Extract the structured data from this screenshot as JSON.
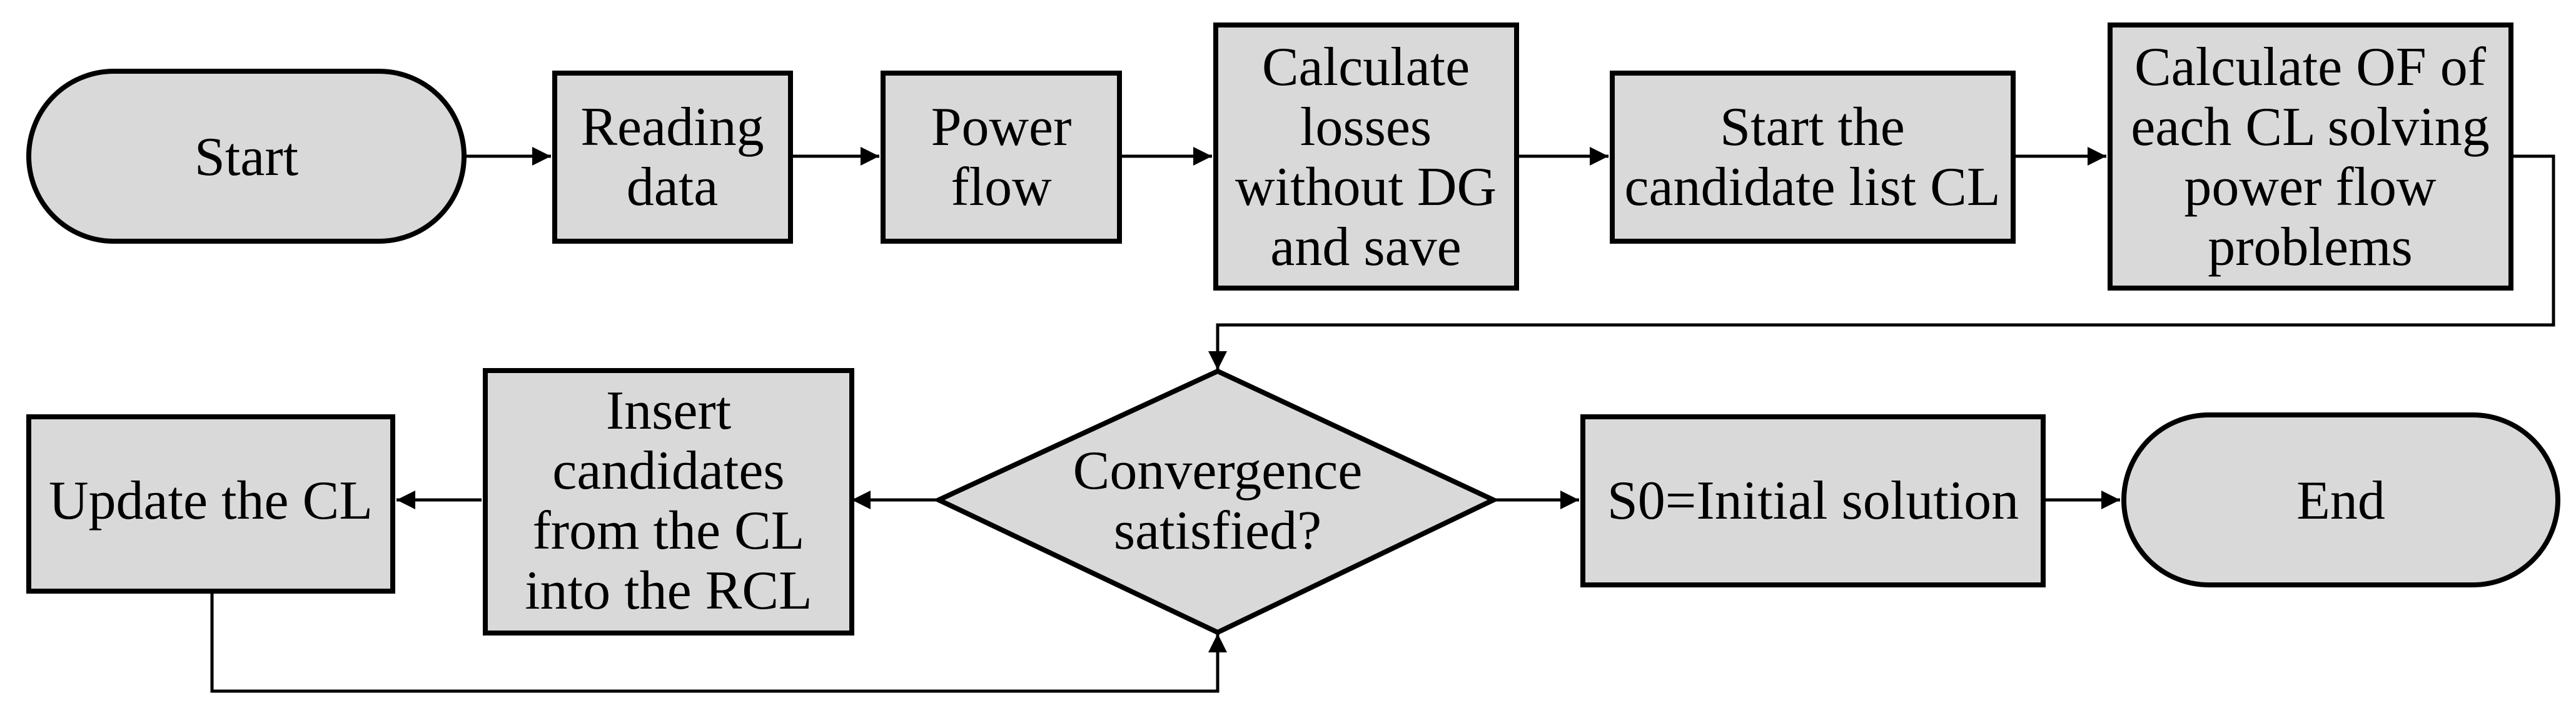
{
  "colors": {
    "node_fill": "#d9d9d9",
    "stroke": "#000000",
    "background": "#ffffff"
  },
  "nodes": {
    "start": {
      "lines": [
        "Start"
      ]
    },
    "reading_data": {
      "lines": [
        "Reading",
        "data"
      ]
    },
    "power_flow": {
      "lines": [
        "Power",
        "flow"
      ]
    },
    "calc_losses": {
      "lines": [
        "Calculate",
        "losses",
        "without DG",
        "and save"
      ]
    },
    "start_cl": {
      "lines": [
        "Start the",
        "candidate list CL"
      ]
    },
    "calc_of": {
      "lines": [
        "Calculate OF of",
        "each CL solving",
        "power flow",
        "problems"
      ]
    },
    "convergence": {
      "lines": [
        "Convergence",
        "satisfied?"
      ]
    },
    "initial_solution": {
      "lines": [
        "S0=Initial solution"
      ]
    },
    "end": {
      "lines": [
        "End"
      ]
    },
    "insert_candidates": {
      "lines": [
        "Insert",
        "candidates",
        "from the CL",
        "into the RCL"
      ]
    },
    "update_cl": {
      "lines": [
        "Update the CL"
      ]
    }
  }
}
